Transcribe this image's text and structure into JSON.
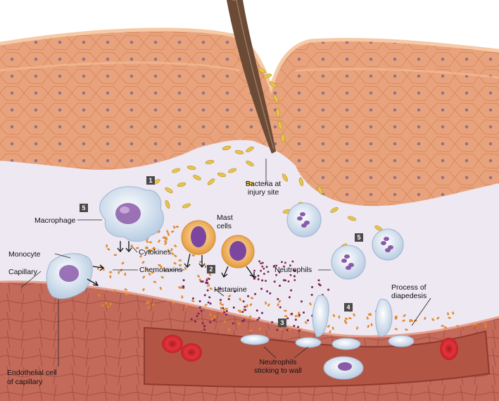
{
  "labels": {
    "bacteria": [
      "Bacteria at",
      "injury site"
    ],
    "mast_cells": [
      "Mast",
      "cells"
    ],
    "macrophage": "Macrophage",
    "cytokines": "Cytokines",
    "monocyte": "Monocyte",
    "chemotaxins": "Chemotaxins",
    "capillary": "Capillary",
    "histamine": "Histamine",
    "neutrophils": "Neutrophils",
    "diapedesis": [
      "Process of",
      "diapedesis"
    ],
    "sticking": [
      "Neutrophils",
      "sticking to wall"
    ],
    "endothelial": [
      "Endothelial cell",
      "of capillary"
    ]
  },
  "step_markers": [
    "1",
    "2",
    "3",
    "4",
    "5",
    "5"
  ],
  "colors": {
    "skin": "#e9a37c",
    "skin_cell_line": "#d4875e",
    "skin_nucleus": "#8d6b8d",
    "tissue": "#ece7f2",
    "bacteria": "#e8c44a",
    "cytokine_dots": "#e0882b",
    "histamine_dots": "#7a2457",
    "vessel": "#c46a5a",
    "vessel_interior": "#b35545",
    "red_blood_cell": "#d9262a",
    "immune_cell": "#dbe7f3",
    "mast_cell": "#f2b25c",
    "cell_nucleus": "#8b5aa8",
    "splinter": "#6b4a36"
  }
}
